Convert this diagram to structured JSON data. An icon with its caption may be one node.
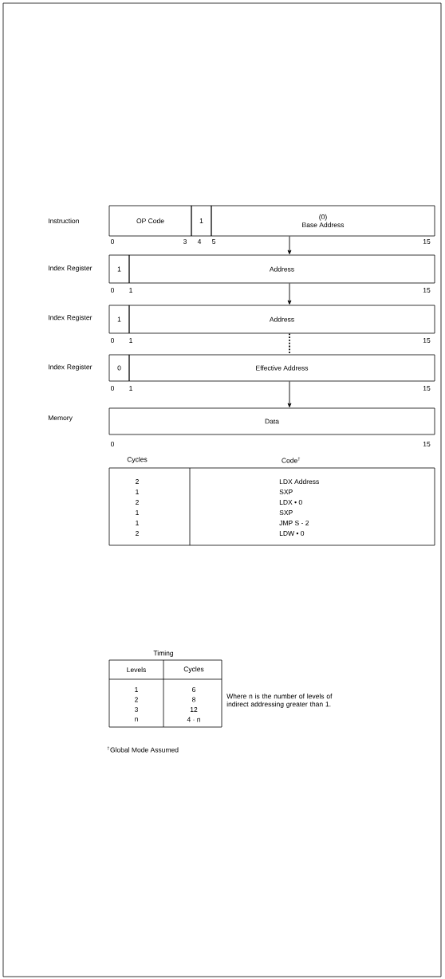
{
  "diagram": {
    "nodes": [
      {
        "text": [
          "OP Code"
        ]
      },
      {
        "text": [
          "1"
        ]
      },
      {
        "text": [
          "(0)",
          "Base Address"
        ]
      },
      {
        "text": [
          "1"
        ]
      },
      {
        "text": [
          "Address"
        ]
      },
      {
        "text": [
          "1"
        ]
      },
      {
        "text": [
          "Address"
        ]
      },
      {
        "text": [
          "0"
        ]
      },
      {
        "text": [
          "Effective Address"
        ]
      },
      {
        "text": [
          "Data"
        ]
      }
    ],
    "edges": [
      {
        "from": 2,
        "to": 4,
        "arrow": "to"
      },
      {
        "from": 4,
        "to": 6,
        "arrow": "to"
      },
      {
        "from": 6,
        "to": 8,
        "arrow": "none",
        "style": "dashed"
      },
      {
        "from": 8,
        "to": 9,
        "arrow": "to"
      }
    ],
    "labels": [
      "Instruction",
      "0",
      "3",
      "4",
      "5",
      "15",
      "Index Register",
      "0",
      "1",
      "15",
      "Index Register",
      "0",
      "1",
      "15",
      "Index Register",
      "0",
      "1",
      "15",
      "Memory",
      "0",
      "15",
      "Cycles",
      "Code$^{†}$",
      "2",
      "LDX Address",
      "1",
      "SXP",
      "2",
      "LDX • 0",
      "1",
      "SXP",
      "1",
      "JMP S - 2",
      "2",
      "LDW • 0",
      "Timing",
      "Levels",
      "Cycles",
      "1",
      "6",
      "2",
      "8",
      "3",
      "12",
      "n",
      "4 · n",
      "Where n is the number of levels of indirect addressing greater than 1.",
      "$^{†}$Global Mode Assumed"
    ]
  }
}
